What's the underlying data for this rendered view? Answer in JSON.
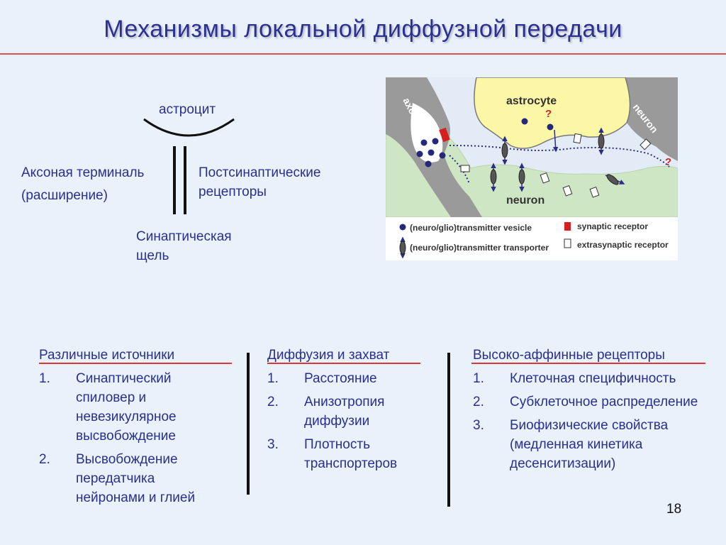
{
  "title": "Механизмы локальной диффузной передачи",
  "scheme": {
    "astrocyte": "астроцит",
    "axon_terminal_line1": "Аксоная терминаль",
    "axon_terminal_line2": "(расширение)",
    "postsynaptic_line1": "Постсинаптические",
    "postsynaptic_line2": "рецепторы",
    "cleft_line1": "Синаптическая",
    "cleft_line2": "щель"
  },
  "figure": {
    "astrocyte": "astrocyte",
    "axon": "axon",
    "neuron_top": "neuron",
    "neuron_bottom": "neuron",
    "question_mark": "?",
    "legend": {
      "vesicle": "(neuro/glio)transmitter vesicle",
      "transporter": "(neuro/glio)transmitter transporter",
      "synaptic_receptor": "synaptic receptor",
      "extrasynaptic_receptor": "extrasynaptic receptor"
    },
    "colors": {
      "astrocyte": "#fbf7a6",
      "neuron": "#cfe6c5",
      "axon": "#9a9a9a",
      "cleft": "#e3ecf6",
      "vesicle": "#24287a",
      "synaptic_receptor": "#d42020"
    }
  },
  "columns": [
    {
      "heading": "Различные источники",
      "items": [
        {
          "num": "1.",
          "text": "Синаптический спиловер и невезикулярное высвобождение"
        },
        {
          "num": "2.",
          "text": "Высвобождение передатчика нейронами и глией"
        }
      ]
    },
    {
      "heading": "Диффузия и захват",
      "items": [
        {
          "num": "1.",
          "text": "Расстояние"
        },
        {
          "num": "2.",
          "text": "Анизотропия диффузии"
        },
        {
          "num": "3.",
          "text": "Плотность транспортеров"
        }
      ]
    },
    {
      "heading": "Высоко-аффинные рецепторы",
      "items": [
        {
          "num": "1.",
          "text": "Клеточная специфичность"
        },
        {
          "num": "2.",
          "text": "Субклеточное распределение"
        },
        {
          "num": "3.",
          "text": "Биофизические свойства (медленная кинетика десенситизации)"
        }
      ]
    }
  ],
  "page_number": "18"
}
